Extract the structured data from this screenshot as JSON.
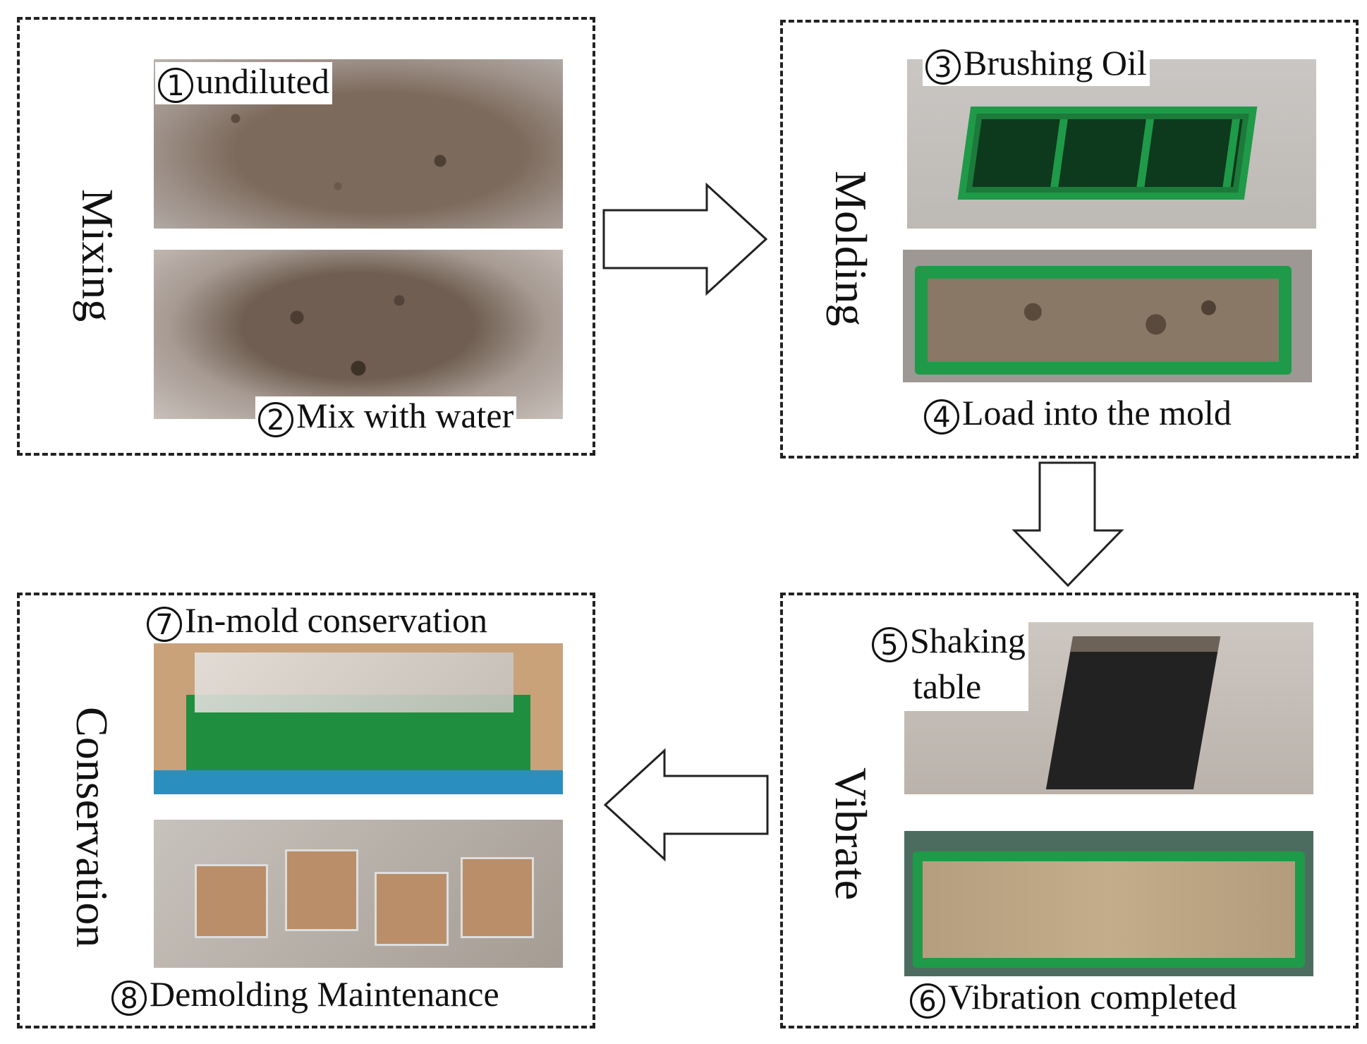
{
  "stages": {
    "mixing": {
      "title": "Mixing",
      "steps": [
        {
          "num": "1",
          "label": "undiluted"
        },
        {
          "num": "2",
          "label": "Mix with water"
        }
      ]
    },
    "molding": {
      "title": "Molding",
      "steps": [
        {
          "num": "3",
          "label": "Brushing Oil"
        },
        {
          "num": "4",
          "label": "Load into the mold"
        }
      ]
    },
    "vibrate": {
      "title": "Vibrate",
      "steps": [
        {
          "num": "5",
          "label_line1": "Shaking",
          "label_line2": "table"
        },
        {
          "num": "6",
          "label": "Vibration completed"
        }
      ]
    },
    "conservation": {
      "title": "Conservation",
      "steps": [
        {
          "num": "7",
          "label": "In-mold conservation"
        },
        {
          "num": "8",
          "label": "Demolding Maintenance"
        }
      ]
    }
  },
  "arrows": [
    "right-arrow",
    "down-arrow",
    "left-arrow"
  ]
}
